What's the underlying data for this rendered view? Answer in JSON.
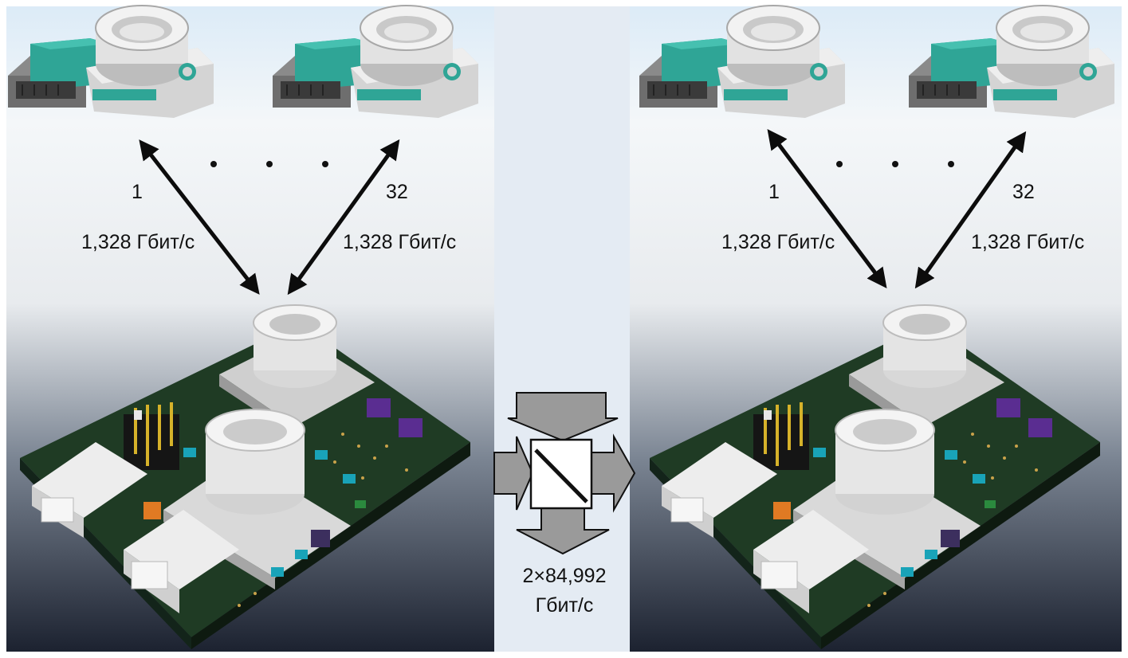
{
  "left_panel": {
    "channel_first": "1",
    "channel_last": "32",
    "rate_first": "1,328 Гбит/с",
    "rate_last": "1,328 Гбит/с"
  },
  "right_panel": {
    "channel_first": "1",
    "channel_last": "32",
    "rate_first": "1,328 Гбит/с",
    "rate_last": "1,328 Гбит/с"
  },
  "center": {
    "rate_value": "2×84,992",
    "rate_unit": "Гбит/с"
  },
  "colors": {
    "transceiver_green": "#2fa596",
    "pcb_green": "#1f3b24",
    "chip_purple": "#5a2d91",
    "capacitor_cyan": "#19a3b8",
    "switch_arrow_gray": "#9a9a9a",
    "background_gradient_top": "#dcebf7",
    "background_gradient_bottom": "#1c2230"
  },
  "icons": [
    "transceiver-module-icon",
    "pcb-board-icon",
    "bidirectional-arrow-icon",
    "crossbar-switch-icon"
  ]
}
